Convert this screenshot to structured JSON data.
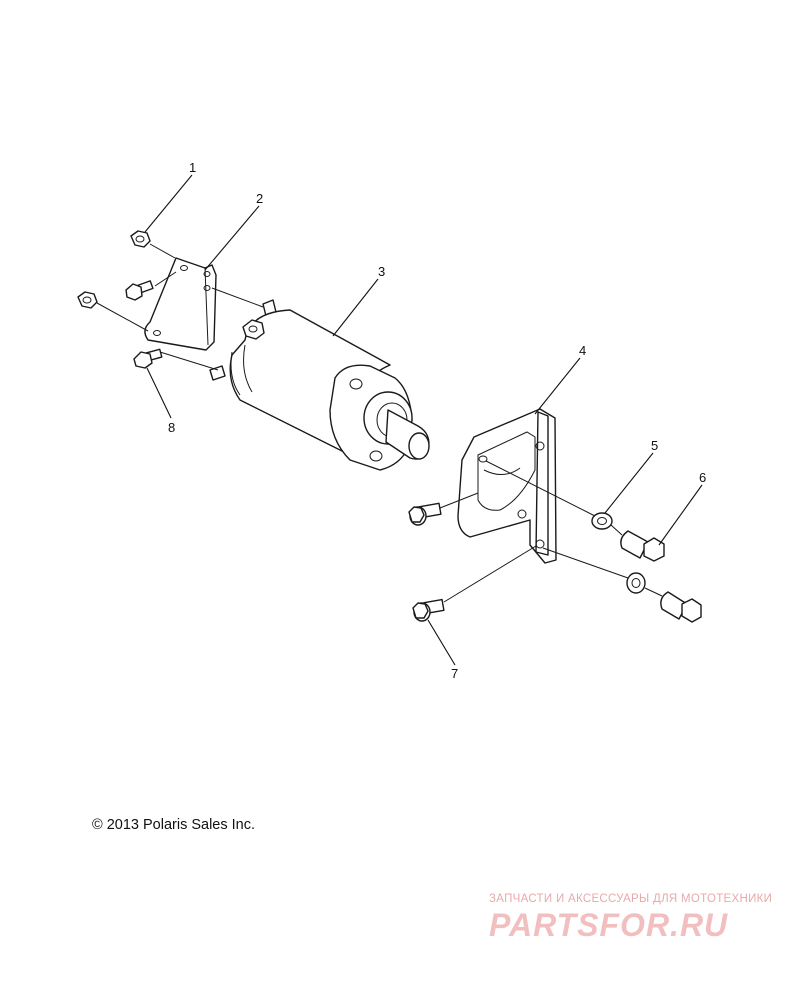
{
  "callouts": [
    "1",
    "2",
    "3",
    "4",
    "5",
    "6",
    "7",
    "8"
  ],
  "copyright": "© 2013 Polaris Sales Inc.",
  "watermark": {
    "tagline": "ЗАПЧАСТИ И АКСЕССУАРЫ ДЛЯ МОТОТЕХНИКИ",
    "logo": "PARTSFOR.RU",
    "color": "#f2bfc1"
  }
}
